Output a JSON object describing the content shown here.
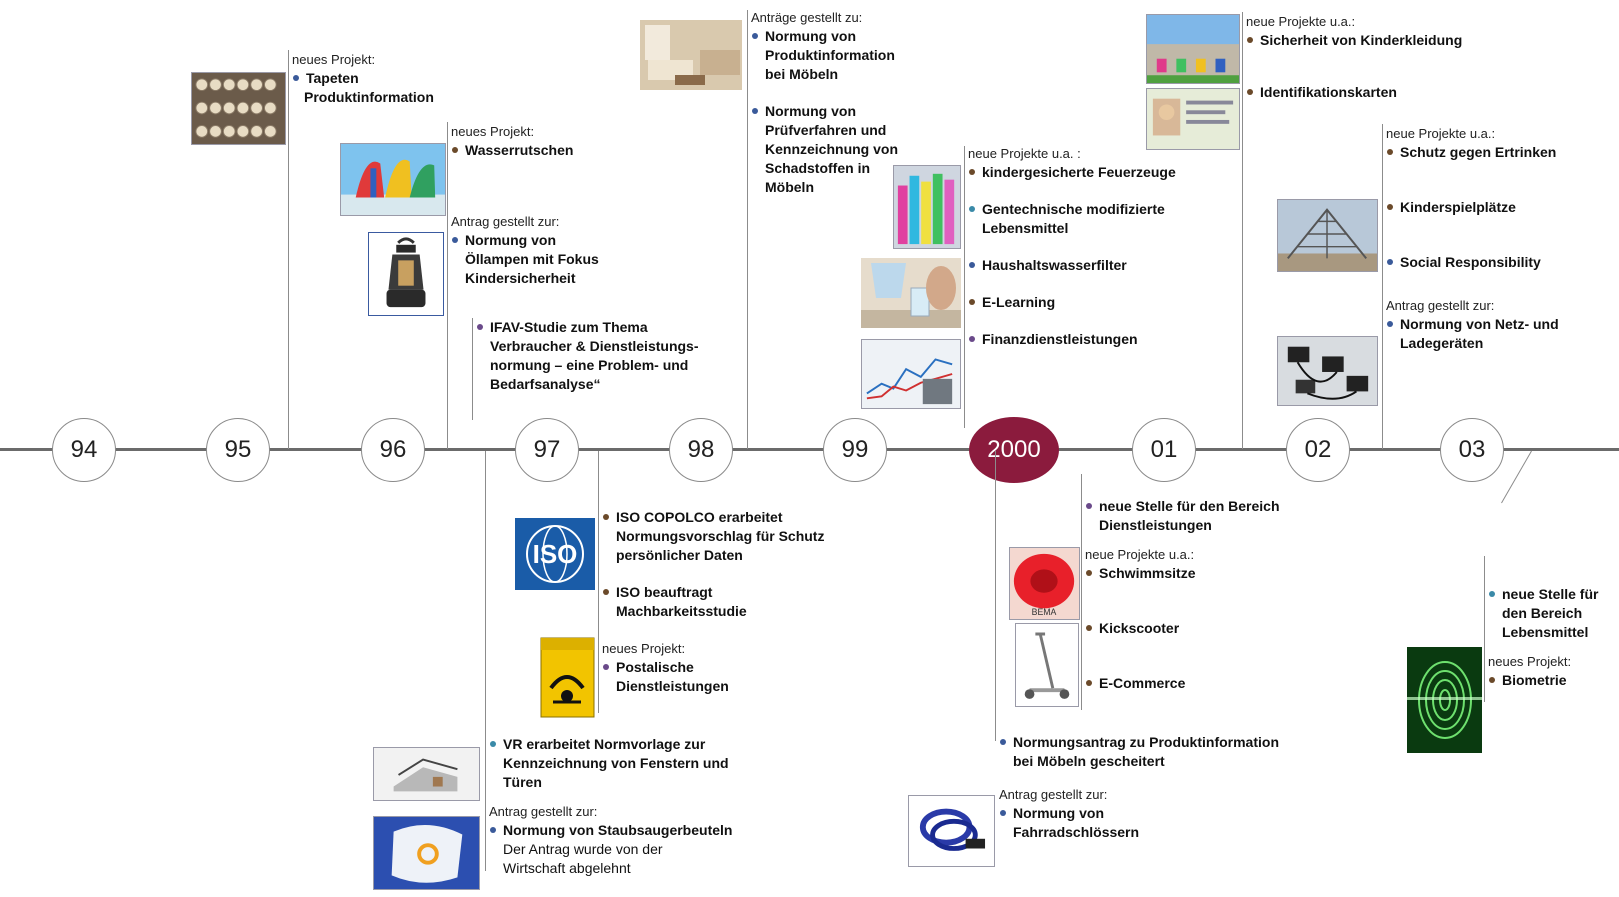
{
  "years": [
    "94",
    "95",
    "96",
    "97",
    "98",
    "99",
    "2000",
    "01",
    "02",
    "03"
  ],
  "colors": {
    "axis": "#6b6b6b",
    "current_year": "#8b1b3d",
    "dot_blue": "#3a5a9a",
    "dot_brown": "#6b4a2a",
    "dot_purple": "#6a4a8a",
    "dot_teal": "#3a8aa8"
  },
  "y95": {
    "caption": "neues Projekt:",
    "item1": "Tapeten",
    "item1b": "Produktinformation"
  },
  "y96a": {
    "caption": "neues Projekt:",
    "item1": "Wasserrutschen"
  },
  "y96b": {
    "caption": "Antrag gestellt zur:",
    "item1": "Normung von",
    "item1b": "Öllampen mit Fokus",
    "item1c": "Kindersicherheit"
  },
  "y96c": {
    "item1": "IFAV-Studie zum Thema",
    "item1b": "Verbraucher & Dienstleistungs-",
    "item1c": "normung – eine Problem- und",
    "item1d": "Bedarfsanalyse“"
  },
  "y98": {
    "caption": "Anträge gestellt zu:",
    "item1": "Normung von",
    "item1b": "Produktinformation",
    "item1c": "bei Möbeln",
    "item2": "Normung von",
    "item2b": "Prüfverfahren und",
    "item2c": "Kennzeichnung von",
    "item2d": "Schadstoffen in",
    "item2e": "Möbeln"
  },
  "y99": {
    "caption": "neue Projekte u.a. :",
    "item1": "kindergesicherte Feuerzeuge",
    "item2": "Gentechnische modifizierte",
    "item2b": "Lebensmittel",
    "item3": "Haushaltswasserfilter",
    "item4": "E-Learning",
    "item5": "Finanzdienstleistungen"
  },
  "y01": {
    "caption": "neue Projekte u.a.:",
    "item1": "Sicherheit von Kinderkleidung",
    "item2": "Identifikationskarten"
  },
  "y02": {
    "caption": "neue Projekte u.a.:",
    "item1": "Schutz gegen Ertrinken",
    "item2": "Kinderspielplätze",
    "item3": "Social Responsibility",
    "caption2": "Antrag gestellt zur:",
    "item4": "Normung von Netz- und",
    "item4b": "Ladegeräten"
  },
  "y97a": {
    "item1": "ISO COPOLCO erarbeitet",
    "item1b": "Normungsvorschlag für Schutz",
    "item1c": "persönlicher Daten",
    "item2": "ISO beauftragt",
    "item2b": "Machbarkeitsstudie",
    "caption": "neues Projekt:",
    "item3": "Postalische",
    "item3b": "Dienstleistungen"
  },
  "y96d": {
    "item1": "VR erarbeitet Normvorlage zur",
    "item1b": "Kennzeichnung von Fenstern und",
    "item1c": "Türen",
    "caption": "Antrag gestellt zur:",
    "item2": "Normung von Staubsaugerbeuteln",
    "note": "Der Antrag wurde von der",
    "noteb": "Wirtschaft abgelehnt"
  },
  "y2000a": {
    "item1": "neue Stelle für den Bereich",
    "item1b": "Dienstleistungen",
    "caption": "neue Projekte u.a.:",
    "item2": "Schwimmsitze",
    "item3": "Kickscooter",
    "item4": "E-Commerce"
  },
  "y2000b": {
    "item1": "Normungsantrag zu Produktinformation",
    "item1b": "bei Möbeln gescheitert",
    "caption": "Antrag gestellt zur:",
    "item2": "Normung von",
    "item2b": "Fahrradschlössern"
  },
  "y03": {
    "item1": "neue Stelle für",
    "item1b": "den Bereich",
    "item1c": "Lebensmittel",
    "caption": "neues Projekt:",
    "item2": "Biometrie"
  },
  "images": {
    "iso_logo": "ISO",
    "swim_seat_label": "BEMA"
  }
}
